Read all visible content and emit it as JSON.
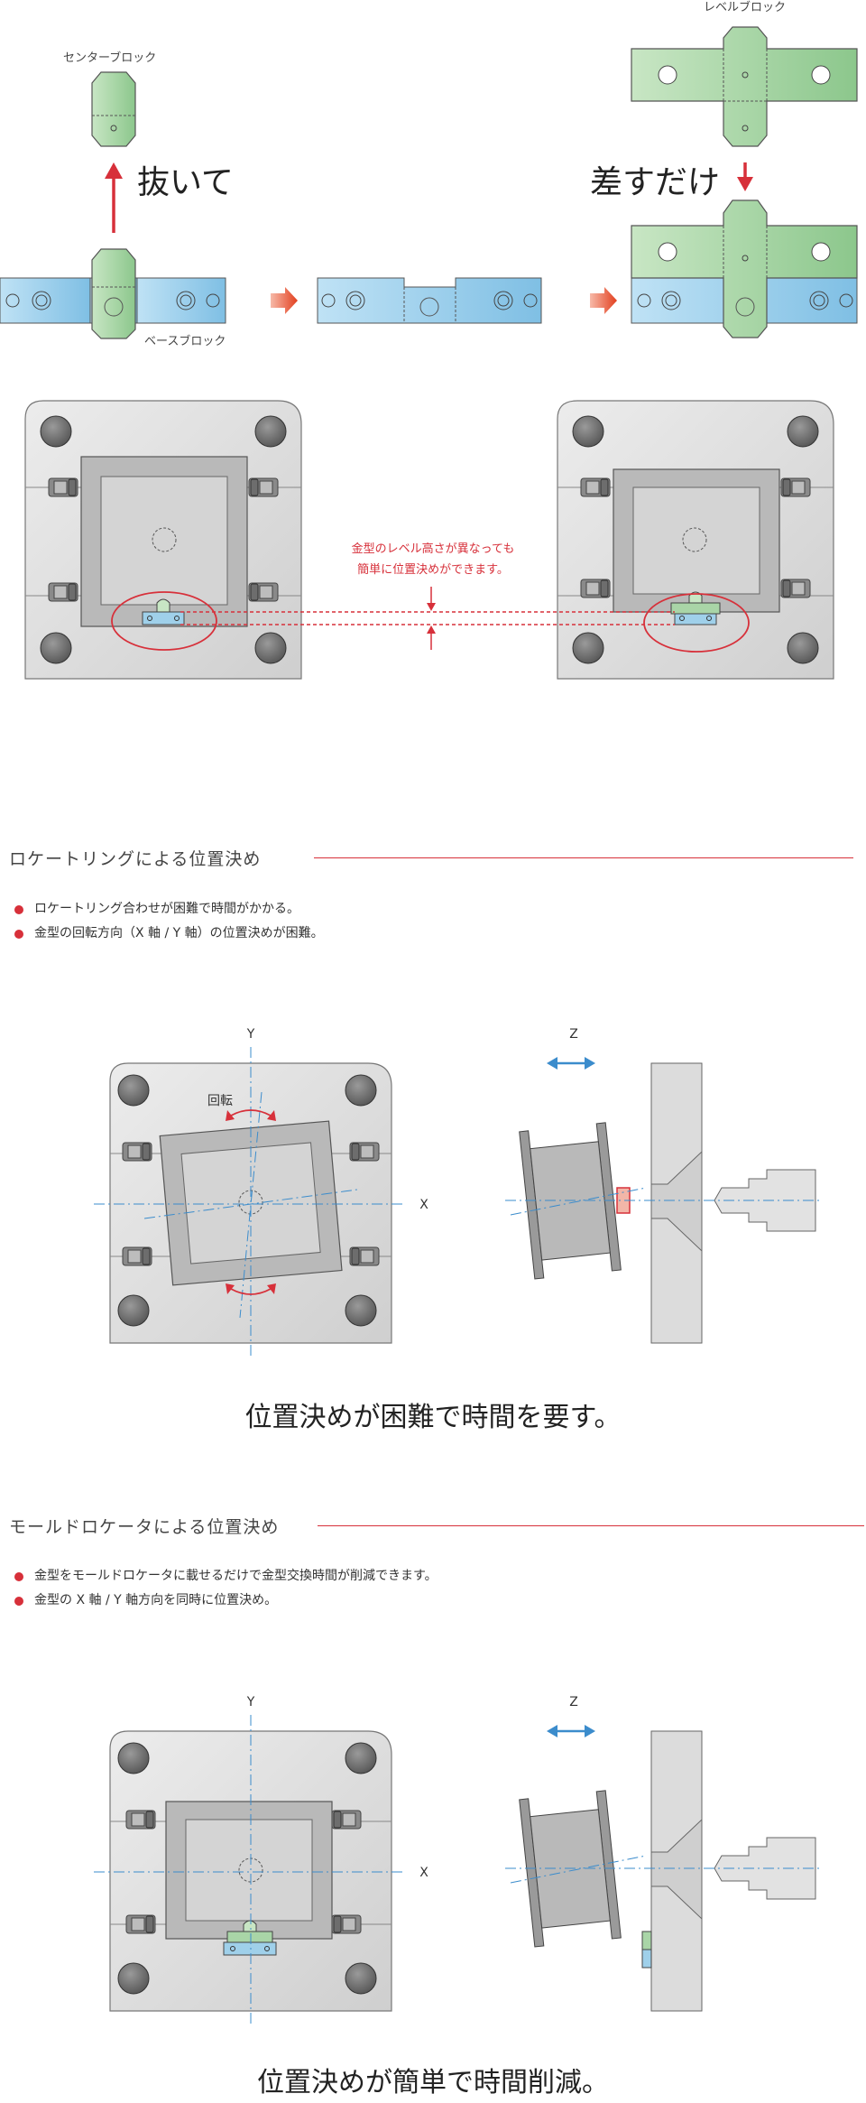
{
  "top_diagram": {
    "center_block_label": "センターブロック",
    "level_block_label": "レベルブロック",
    "remove_label": "抜いて",
    "insert_label": "差すだけ",
    "base_block_label": "ベースブロック",
    "annotation_line1": "金型のレベル高さが異なっても",
    "annotation_line2": "簡単に位置決めができます。"
  },
  "section1": {
    "title": "ロケートリングによる位置決め",
    "bullets": [
      "ロケートリング合わせが困難で時間がかかる。",
      "金型の回転方向（X 軸 / Y 軸）の位置決めが困難。"
    ],
    "axis_y": "Y",
    "axis_x": "X",
    "axis_z": "Z",
    "rotation_label": "回転",
    "caption": "位置決めが困難で時間を要す。"
  },
  "section2": {
    "title": "モールドロケータによる位置決め",
    "bullets": [
      "金型をモールドロケータに載せるだけで金型交換時間が削減できます。",
      "金型の X 軸 / Y 軸方向を同時に位置決め。"
    ],
    "axis_y": "Y",
    "axis_x": "X",
    "axis_z": "Z",
    "caption": "位置決めが簡単で時間削減。"
  },
  "colors": {
    "accent_red": "#d7303a",
    "block_green": "#a9d5a7",
    "block_blue": "#9fd0ea",
    "plate_gray": "#d9d9d9",
    "axis_blue": "#3b8ccc"
  }
}
